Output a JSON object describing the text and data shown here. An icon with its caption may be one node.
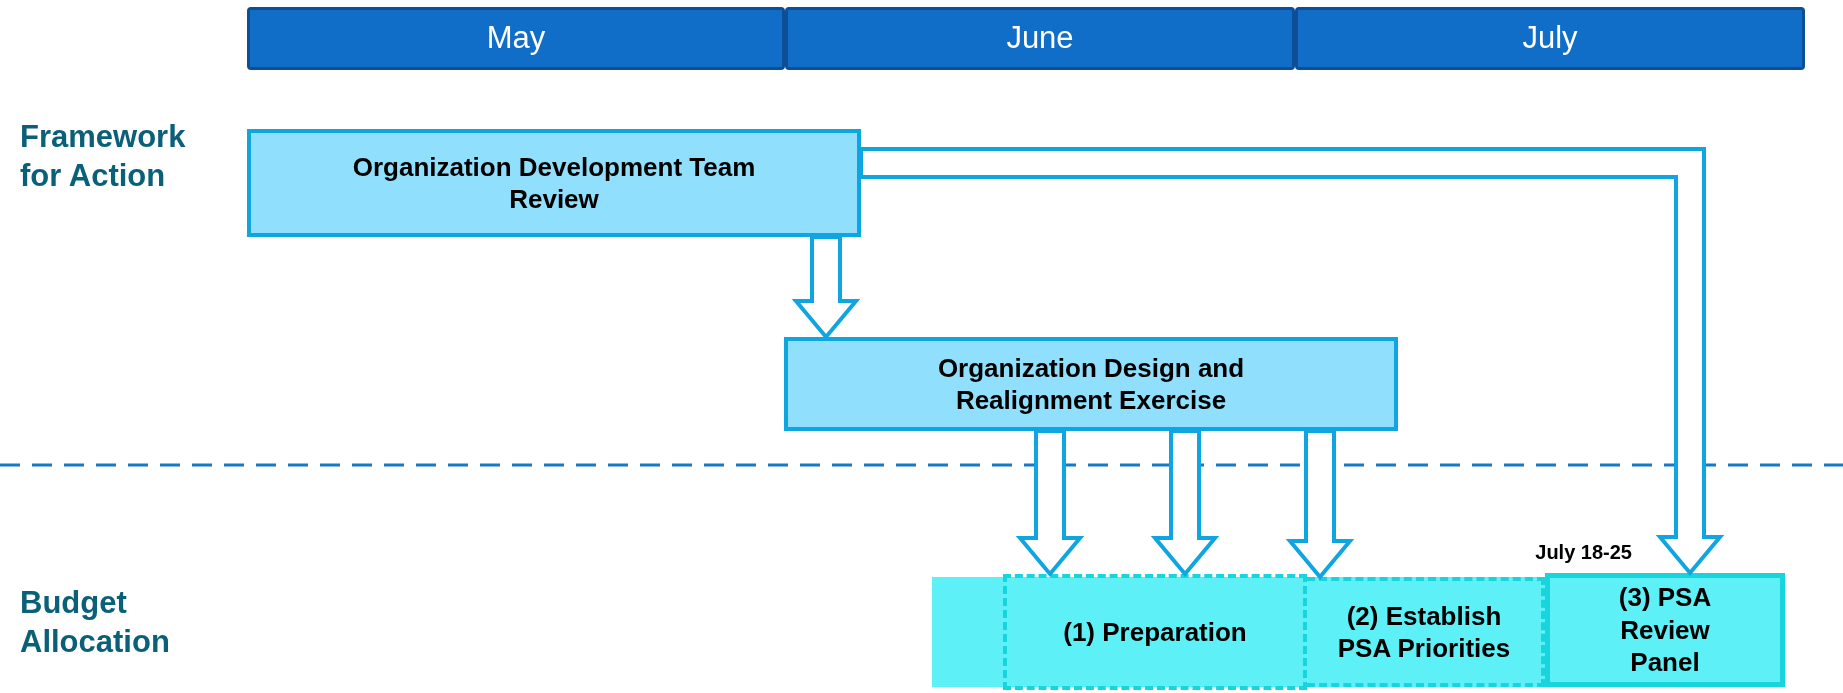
{
  "diagram": {
    "nodes": [
      {
        "text": [
          "May"
        ]
      },
      {
        "text": [
          "June"
        ]
      },
      {
        "text": [
          "July"
        ]
      },
      {
        "text": [
          "Organization Development Team Review"
        ]
      },
      {
        "text": [
          "Organization Design and Realignment Exercise"
        ]
      },
      {
        "text": [],
        "shape": "box"
      },
      {
        "text": [
          "(1) Preparation"
        ],
        "in": 5
      },
      {
        "text": [
          "(2) Establish PSA Priorities"
        ],
        "in": 5
      },
      {
        "text": [
          "(3) PSA Review Panel"
        ],
        "in": 5,
        "beside": [
          "July 18-25"
        ]
      }
    ],
    "edges": [
      {
        "from": 3,
        "to": 4,
        "arrow": "to",
        "style": "thick"
      },
      {
        "from": 3,
        "to": 8,
        "arrow": "to",
        "style": "thick"
      },
      {
        "from": 4,
        "to": 6,
        "arrow": "to",
        "style": "thick"
      },
      {
        "from": 4,
        "to": 6,
        "arrow": "to",
        "style": "thick"
      },
      {
        "from": 4,
        "to": 7,
        "arrow": "to",
        "style": "thick"
      }
    ],
    "labels": [
      "Framework for Action",
      "Budget Allocation"
    ]
  }
}
